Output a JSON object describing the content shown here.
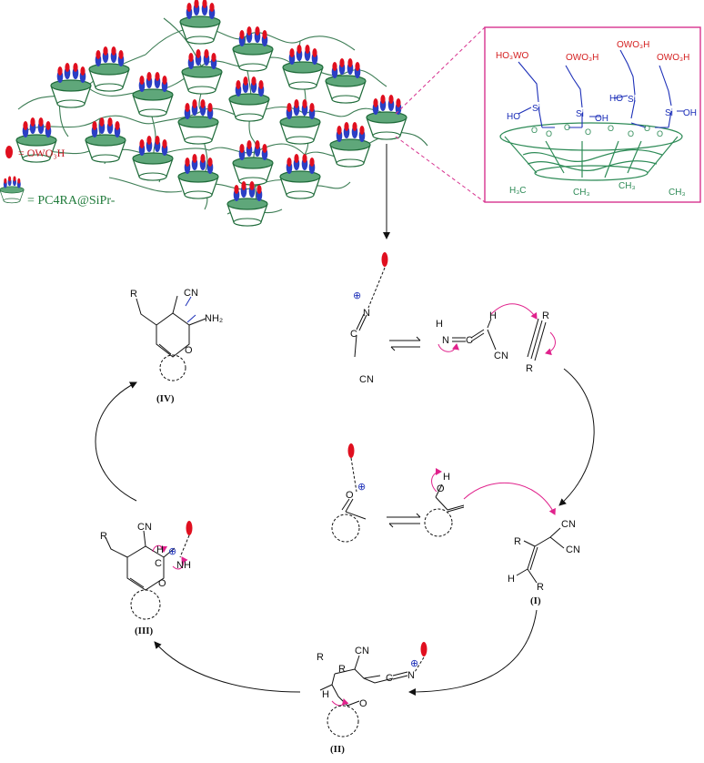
{
  "legend": {
    "eq_owo3h": "= OWO₃H",
    "eq_catalyst": "= PC4RA@SiPr-"
  },
  "inset": {
    "top_groups": [
      "HO₃WO",
      "OWO₃H",
      "OWO₃H",
      "OWO₃H"
    ],
    "si_labels": [
      "Si",
      "Si",
      "Si",
      "Si"
    ],
    "hydroxyls": [
      "HO",
      "OH",
      "HO",
      "OH"
    ],
    "ring_oxygens": [
      "O",
      "O",
      "O",
      "O",
      "O",
      "O",
      "O",
      "O"
    ],
    "methyls": [
      "H₃C",
      "CH₃",
      "CH₃",
      "CH₃"
    ]
  },
  "mechanism": {
    "iv": {
      "label": "(IV)",
      "R": "R",
      "CN": "CN",
      "NH2": "NH₂",
      "O": "O"
    },
    "nitrile_complex": {
      "N": "N",
      "C": "C",
      "CN": "CN",
      "plus": "⊕"
    },
    "ketenimine": {
      "H": "H",
      "N": "N",
      "C": "C",
      "H2": "H",
      "CN": "CN"
    },
    "alkyne": {
      "R1": "R",
      "R2": "R"
    },
    "carbonyl_complex": {
      "O": "O",
      "plus": "⊕"
    },
    "enol": {
      "O": "O",
      "H": "H"
    },
    "i": {
      "label": "(I)",
      "R1": "R",
      "R2": "R",
      "H": "H",
      "CN1": "CN",
      "CN2": "CN"
    },
    "iii": {
      "label": "(III)",
      "R": "R",
      "CN": "CN",
      "H": "H",
      "C": "C",
      "NH": "NH",
      "O": "O",
      "plus": "⊕"
    },
    "ii": {
      "label": "(II)",
      "R1": "R",
      "R2": "R",
      "CN": "CN",
      "H": "H",
      "C": "C",
      "N": "N",
      "O": "O",
      "plus": "⊕"
    }
  }
}
